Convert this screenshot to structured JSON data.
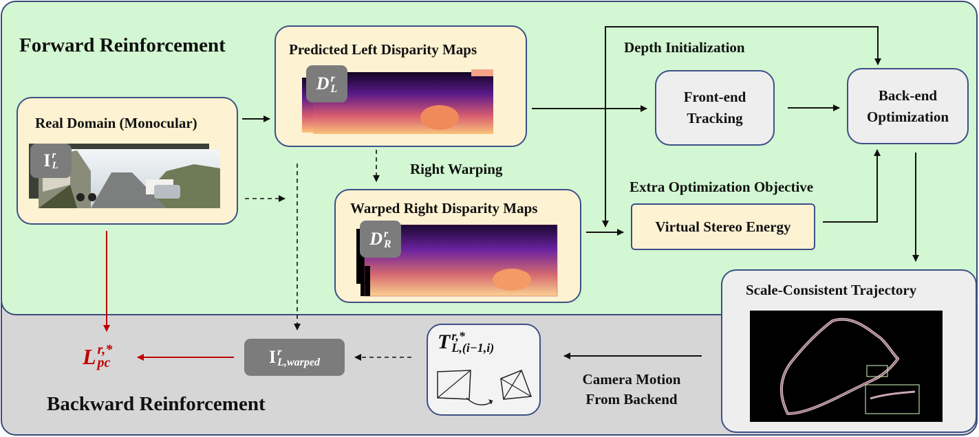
{
  "sections": {
    "forward": "Forward Reinforcement",
    "backward": "Backward Reinforcement"
  },
  "nodes": {
    "real_domain": {
      "title": "Real Domain (Monocular)",
      "tag": "I",
      "tag_sup": "r",
      "tag_sub": "L"
    },
    "left_disp": {
      "title": "Predicted Left Disparity Maps",
      "tag": "D",
      "tag_sup": "r",
      "tag_sub": "L"
    },
    "right_disp": {
      "title": "Warped Right Disparity Maps",
      "tag": "D",
      "tag_sup": "r",
      "tag_sub": "R"
    },
    "front_end": {
      "line1": "Front-end",
      "line2": "Tracking"
    },
    "back_end": {
      "line1": "Back-end",
      "line2": "Optimization"
    },
    "virtual_stereo": {
      "title": "Virtual Stereo Energy"
    },
    "trajectory": {
      "title": "Scale-Consistent Trajectory"
    },
    "warped_image": {
      "tag": "I",
      "tag_sup": "r",
      "tag_sub": "L,warped"
    },
    "camera_pose": {
      "tag": "T",
      "tag_sup": "r,*",
      "tag_sub": "L,(i−1,i)"
    },
    "loss": {
      "tag": "L",
      "tag_sup": "r,*",
      "tag_sub": "pc"
    }
  },
  "edge_labels": {
    "right_warping": "Right Warping",
    "depth_init": "Depth Initialization",
    "extra_objective": "Extra Optimization Objective",
    "camera_motion_1": "Camera Motion",
    "camera_motion_2": "From Backend"
  },
  "colors": {
    "forward_bg": "#d2f7d2",
    "backward_bg": "#d7d6d7",
    "cream_box": "#fdf2d2",
    "border": "#3d4f86",
    "loss_red": "#c00000"
  }
}
